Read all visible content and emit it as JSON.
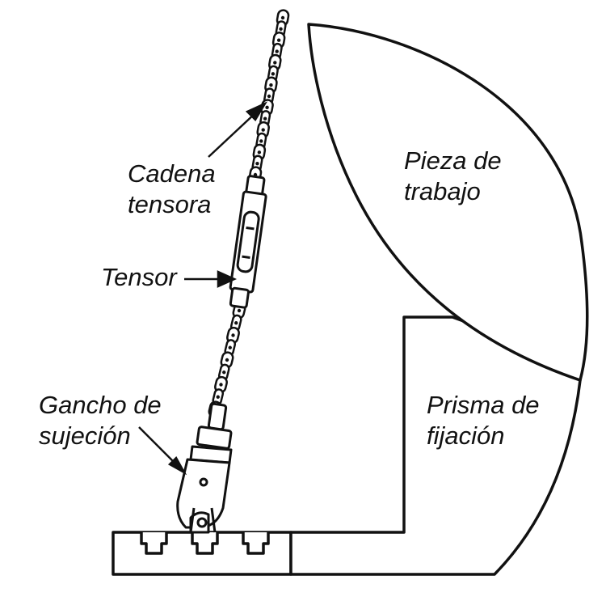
{
  "labels": {
    "chain": [
      "Cadena",
      "tensora"
    ],
    "tensioner": "Tensor",
    "hook": [
      "Gancho de",
      "sujeción"
    ],
    "workpiece": [
      "Pieza de",
      "trabajo"
    ],
    "prism": [
      "Prisma de",
      "fijación"
    ]
  },
  "colors": {
    "line": "#111111",
    "background": "#ffffff"
  }
}
